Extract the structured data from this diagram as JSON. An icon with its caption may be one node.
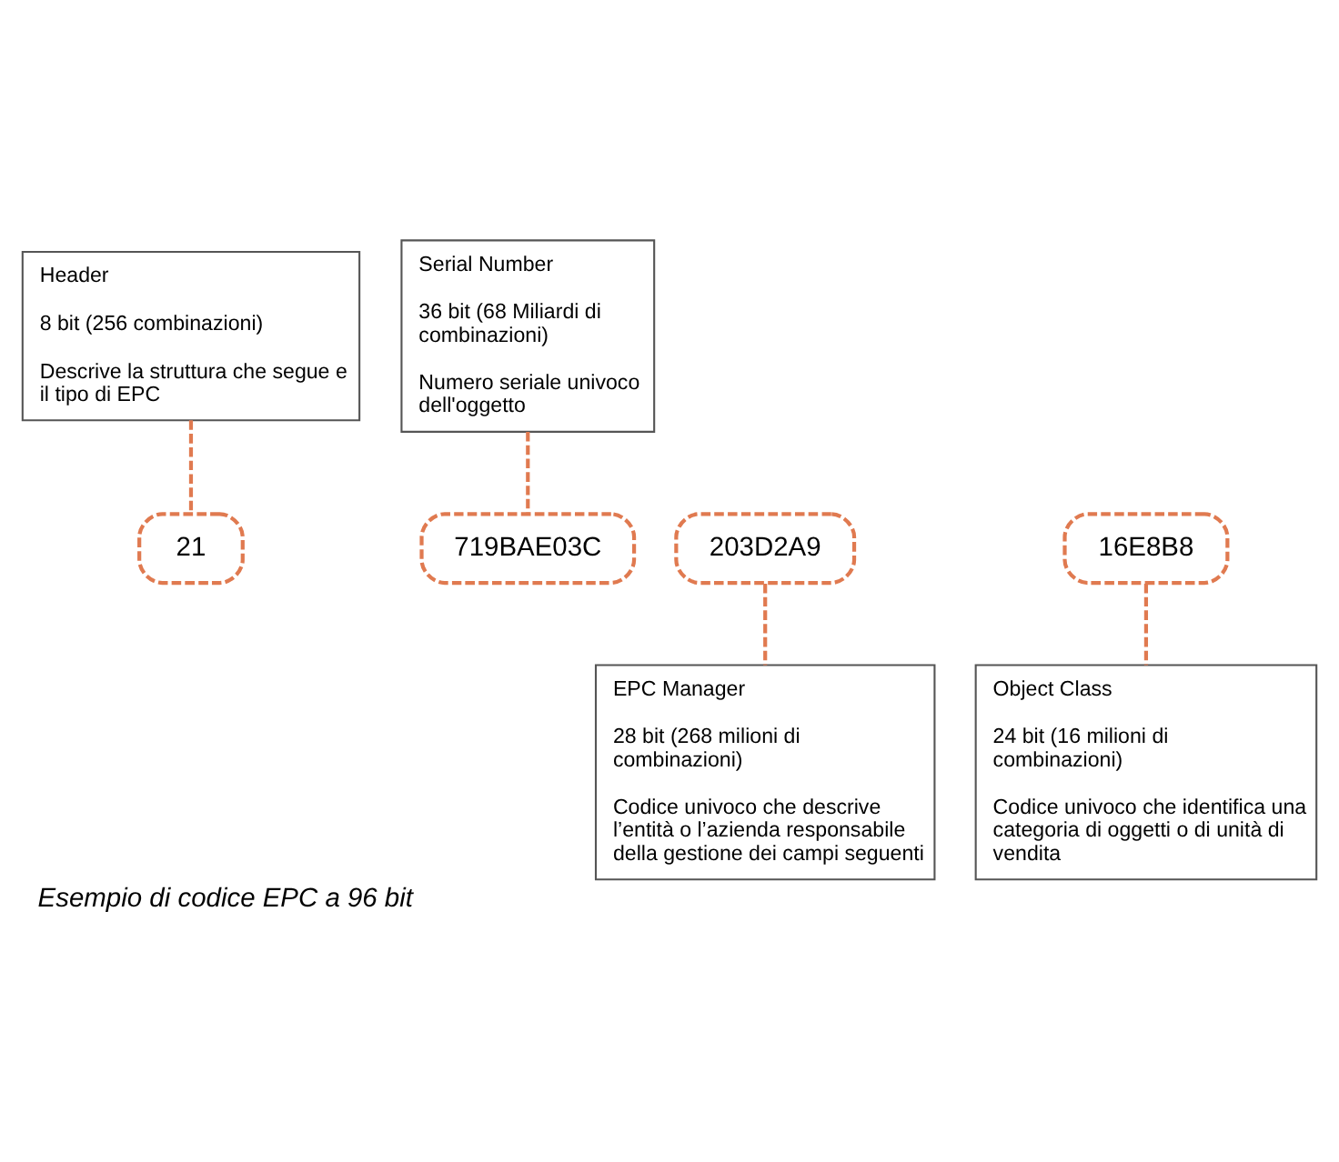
{
  "diagram": {
    "caption": "Esempio di codice EPC a 96 bit",
    "nodes": [
      {
        "text": [
          "Header",
          "8 bit (256 combinazioni)",
          "Descrive la struttura che segue e il tipo di EPC"
        ]
      },
      {
        "text": [
          "Serial Number",
          "36 bit (68 Miliardi di combinazioni)",
          "Numero seriale univoco dell'oggetto"
        ]
      },
      {
        "text": [
          "21"
        ]
      },
      {
        "text": [
          "203D2A9"
        ]
      },
      {
        "text": [
          "16E8B8"
        ]
      },
      {
        "text": [
          "719BAE03C"
        ]
      },
      {
        "text": [
          "EPC Manager",
          "28 bit (268 milioni di combinazioni)",
          "Codice univoco che descrive l’entità o l’azienda responsabile della gestione dei campi seguenti"
        ]
      },
      {
        "text": [
          "Object Class",
          "24 bit (16 milioni di combinazioni)",
          "Codice univoco che identifica una categoria di oggetti o di unità di vendita"
        ]
      }
    ],
    "edges": [
      {
        "from": 0,
        "to": 2,
        "arrow": "none",
        "style": "dashed"
      },
      {
        "from": 1,
        "to": 5,
        "arrow": "none",
        "style": "dashed"
      },
      {
        "from": 3,
        "to": 6,
        "arrow": "none",
        "style": "dashed"
      },
      {
        "from": 4,
        "to": 7,
        "arrow": "none",
        "style": "dashed"
      }
    ]
  }
}
